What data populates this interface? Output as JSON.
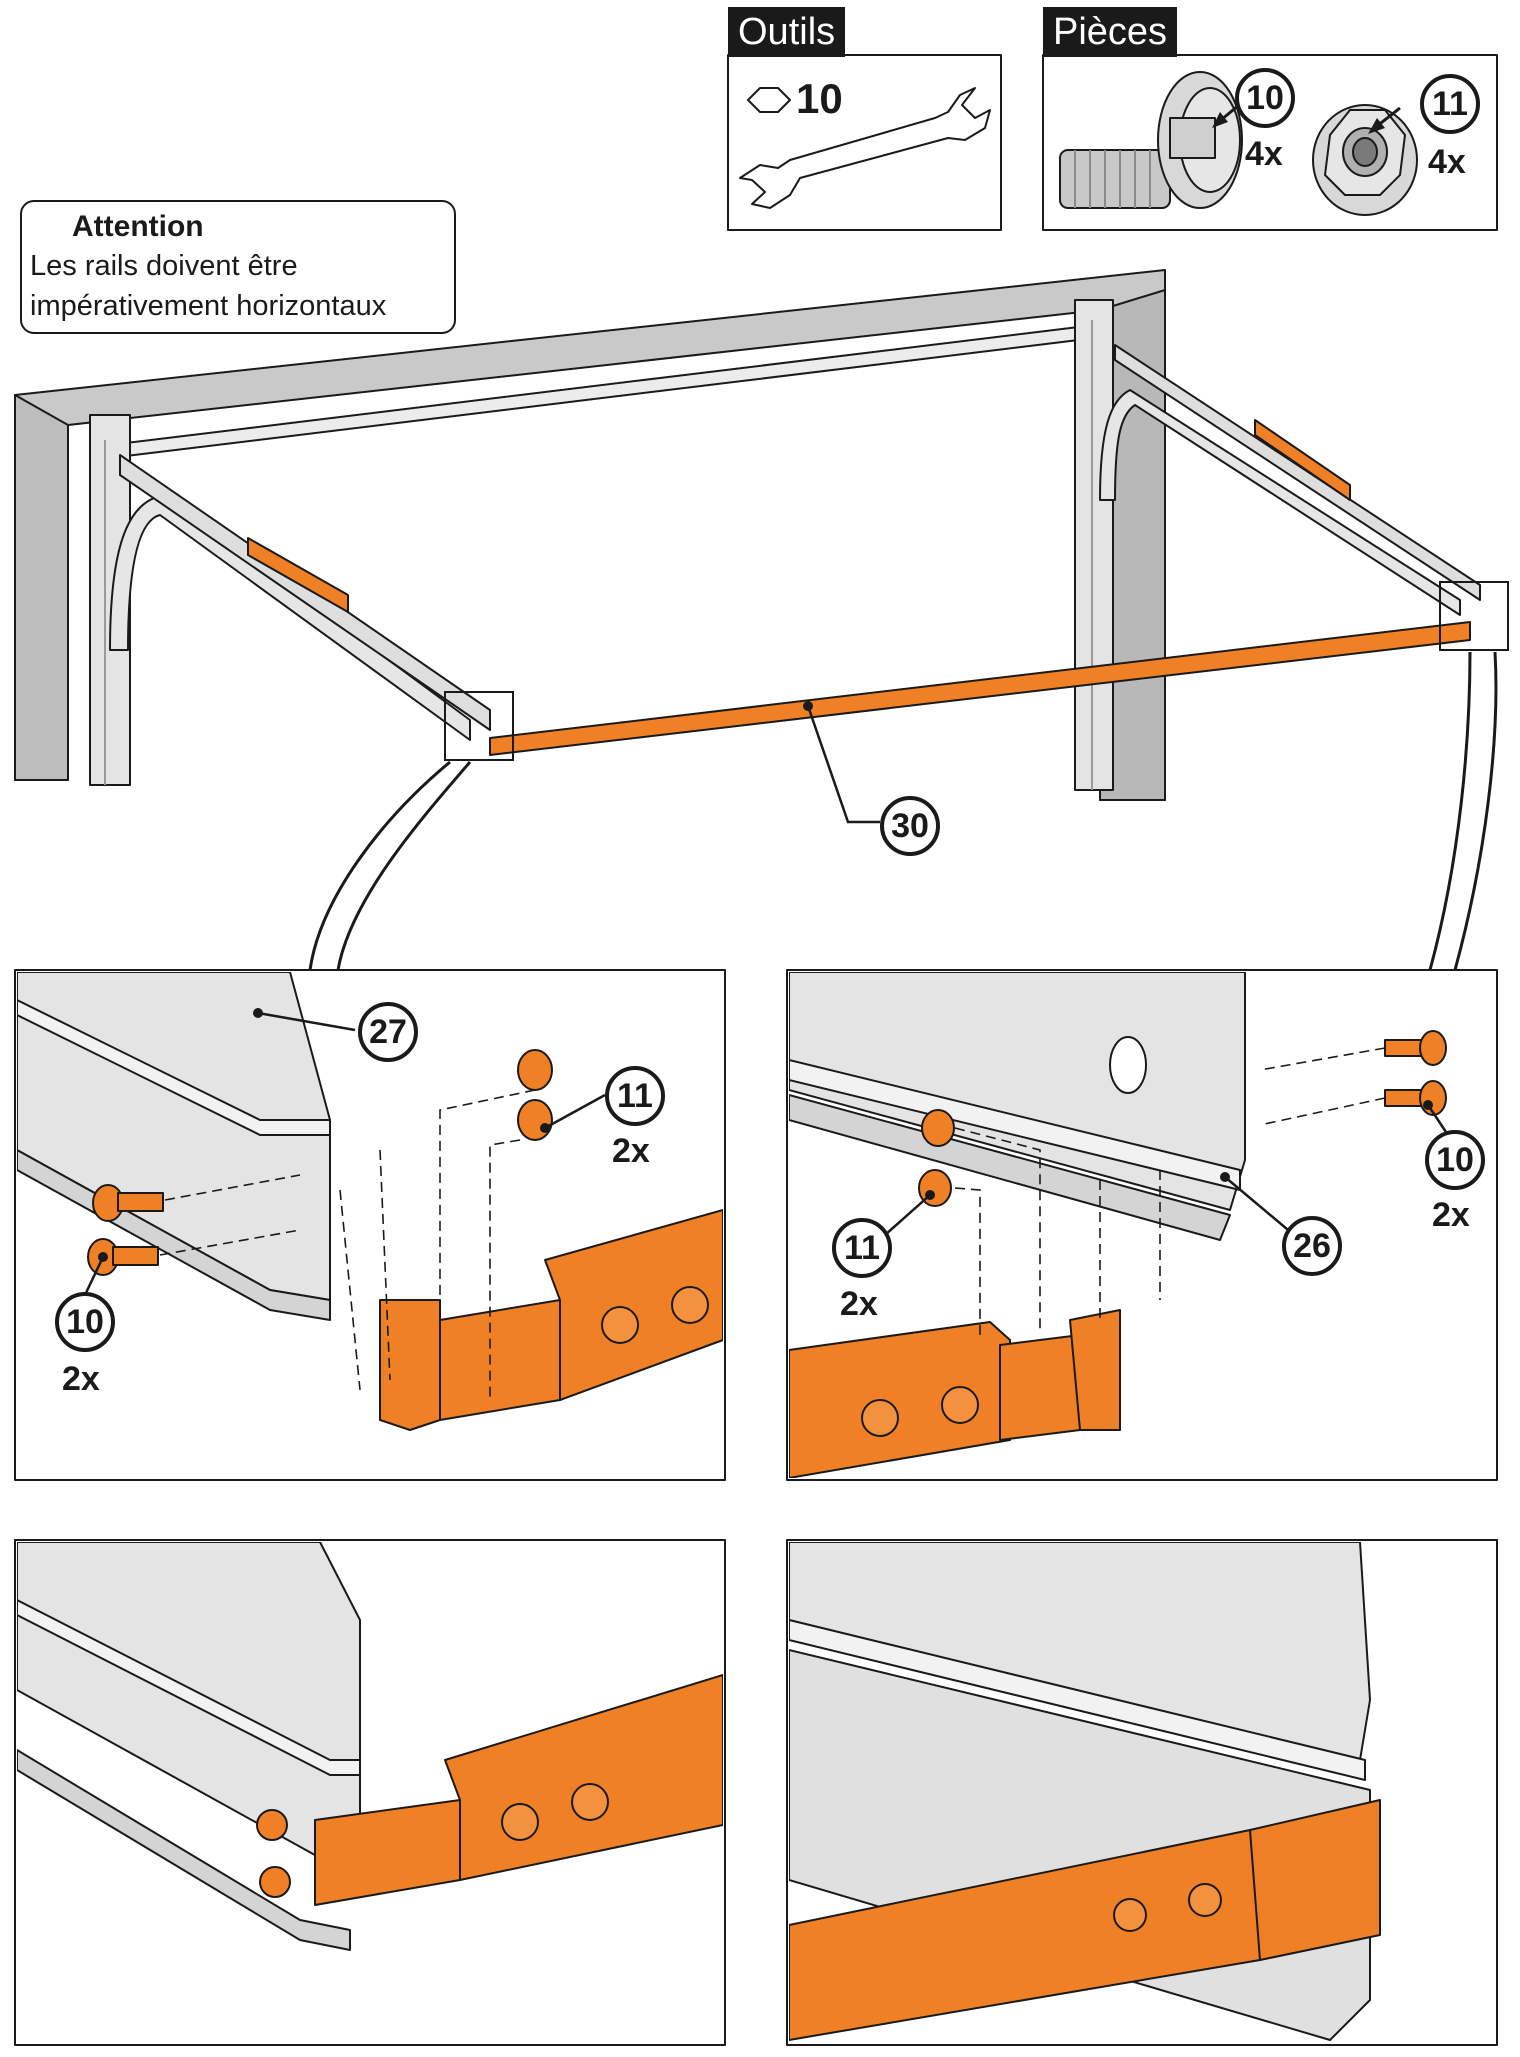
{
  "tools": {
    "title": "Outils",
    "wrench_size": "10",
    "icons": [
      "hex-nut-icon",
      "wrench-icon"
    ]
  },
  "parts": {
    "title": "Pièces",
    "items": [
      {
        "ref": "10",
        "qty": "4x",
        "icon": "bolt-icon"
      },
      {
        "ref": "11",
        "qty": "4x",
        "icon": "flange-nut-icon"
      }
    ]
  },
  "warning": {
    "title": "Attention",
    "line1": "Les rails doivent être",
    "line2": "impérativement  horizontaux"
  },
  "overview": {
    "crossbar_ref": "30"
  },
  "detail_left": {
    "rail_ref": "27",
    "nut_ref": "11",
    "nut_qty": "2x",
    "bolt_ref": "10",
    "bolt_qty": "2x"
  },
  "detail_right": {
    "rail_ref": "26",
    "nut_ref": "11",
    "nut_qty": "2x",
    "bolt_ref": "10",
    "bolt_qty": "2x"
  },
  "colors": {
    "orange": "#F08025",
    "rail_grey": "#D8D8D8",
    "frame_grey": "#C9C9C9",
    "outline": "#1A1A1A",
    "warning_orange": "#F08025"
  }
}
